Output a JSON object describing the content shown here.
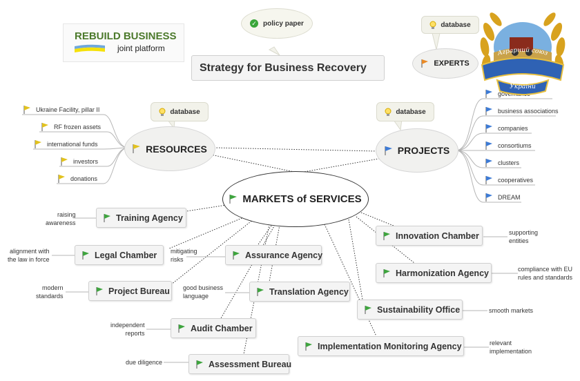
{
  "colors": {
    "green_flag": "#3ea43e",
    "yellow_flag": "#e2c21e",
    "blue_flag": "#3d7bd6",
    "orange_flag": "#e98a26"
  },
  "logo": {
    "line1": "REBUILD BUSINESS",
    "line2": "joint platform"
  },
  "title": "Strategy for Business Recovery",
  "policy_paper": "policy paper",
  "experts": {
    "label": "EXPERTS",
    "note": "database"
  },
  "emblem": {
    "arc_top": "Аграрний союз",
    "arc_bottom": "України"
  },
  "resources": {
    "label": "RESOURCES",
    "note": "database",
    "items": [
      "Ukraine Facility, pillar II",
      "RF frozen assets",
      "international funds",
      "investors",
      "donations"
    ]
  },
  "projects": {
    "label": "PROJECTS",
    "note": "database",
    "items": [
      "governance",
      "business associations",
      "companies",
      "consortiums",
      "clusters",
      "cooperatives",
      "DREAM"
    ]
  },
  "markets": {
    "label": "MARKETS of SERVICES",
    "nodes": [
      {
        "label": "Training Agency",
        "note": "raising\nawareness"
      },
      {
        "label": "Legal Chamber",
        "note": "alignment with\nthe law in force"
      },
      {
        "label": "Project Bureau",
        "note": "modern\nstandards"
      },
      {
        "label": "Assurance Agency",
        "note": "mitigating\nrisks"
      },
      {
        "label": "Translation Agency",
        "note": "good business\nlanguage"
      },
      {
        "label": "Audit Chamber",
        "note": "independent\nreports"
      },
      {
        "label": "Assessment Bureau",
        "note": "due diligence"
      },
      {
        "label": "Innovation Chamber",
        "note": "supporting\nentities"
      },
      {
        "label": "Harmonization Agency",
        "note": "compliance with EU\nrules and standards"
      },
      {
        "label": "Sustainability Office",
        "note": "smooth markets"
      },
      {
        "label": "Implementation Monitoring Agency",
        "note": "relevant\nimplementation"
      }
    ]
  }
}
